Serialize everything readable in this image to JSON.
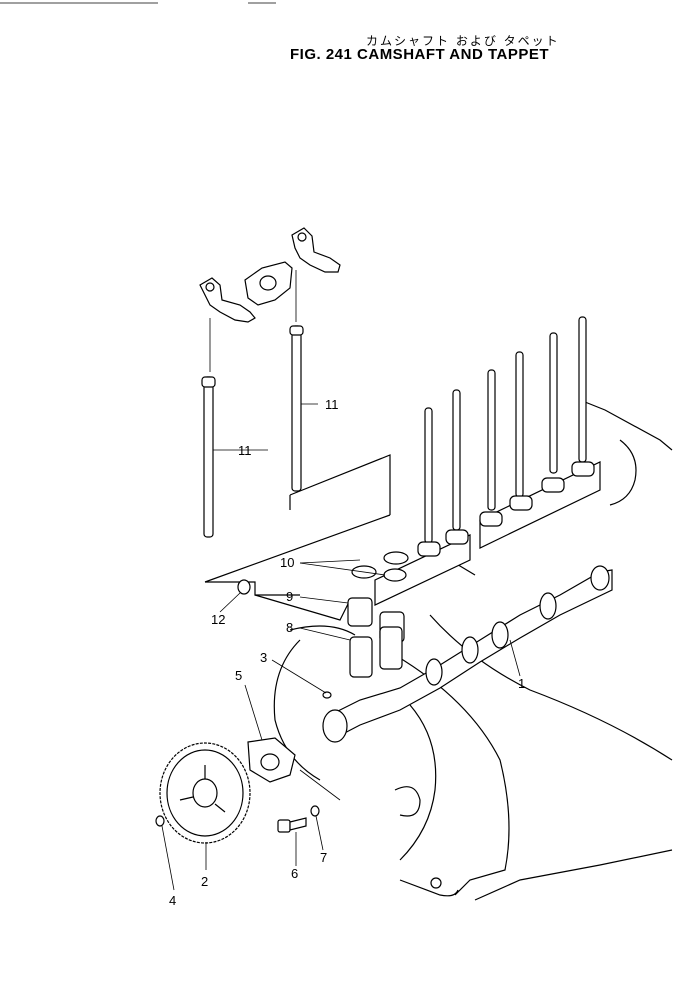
{
  "figure": {
    "title_jp": "カムシャフト および タペット",
    "title_en": "FIG. 241  CAMSHAFT  AND  TAPPET"
  },
  "callouts": [
    {
      "id": "1",
      "label": "1"
    },
    {
      "id": "2",
      "label": "2"
    },
    {
      "id": "3",
      "label": "3"
    },
    {
      "id": "4",
      "label": "4"
    },
    {
      "id": "5",
      "label": "5"
    },
    {
      "id": "6",
      "label": "6"
    },
    {
      "id": "7",
      "label": "7"
    },
    {
      "id": "8",
      "label": "8"
    },
    {
      "id": "9",
      "label": "9"
    },
    {
      "id": "10",
      "label": "10"
    },
    {
      "id": "11a",
      "label": "11"
    },
    {
      "id": "11b",
      "label": "11"
    },
    {
      "id": "12",
      "label": "12"
    }
  ]
}
